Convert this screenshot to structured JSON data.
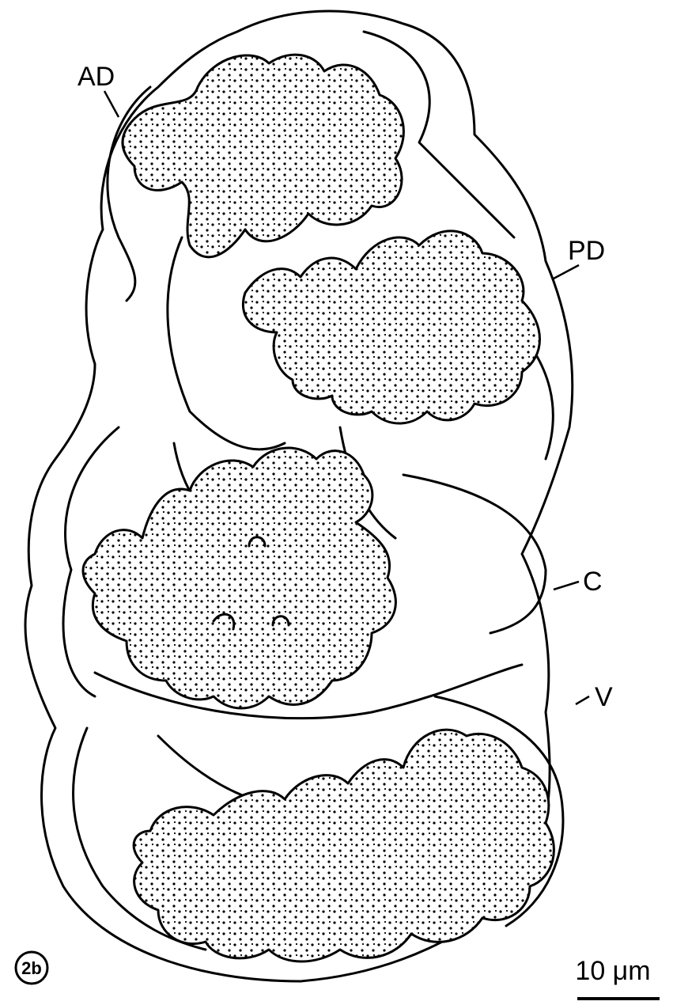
{
  "figure": {
    "panel_label": "2b",
    "labels": {
      "ad": "AD",
      "pd": "PD",
      "c": "C",
      "v": "V"
    },
    "scale_bar": {
      "text": "10 μm"
    }
  }
}
